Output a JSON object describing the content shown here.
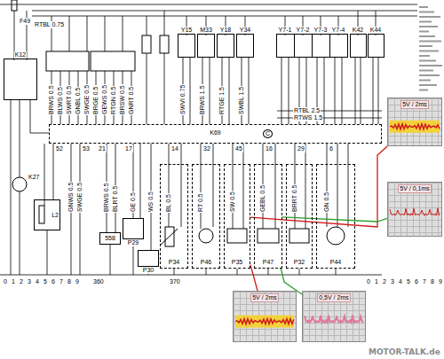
{
  "diagram": {
    "nodes": [
      {
        "text": [
          "K12"
        ]
      },
      {
        "text": [
          "Y15"
        ]
      },
      {
        "text": [
          "M33"
        ]
      },
      {
        "text": [
          "Y18"
        ]
      },
      {
        "text": [
          "Y34"
        ]
      },
      {
        "text": [
          "Y7-1"
        ]
      },
      {
        "text": [
          "Y7-2"
        ]
      },
      {
        "text": [
          "Y7-3"
        ]
      },
      {
        "text": [
          "Y7-4"
        ]
      },
      {
        "text": [
          "K42"
        ]
      },
      {
        "text": [
          "K44"
        ]
      },
      {
        "text": [
          "K69"
        ]
      },
      {
        "text": [
          "L2"
        ]
      },
      {
        "text": [
          "558"
        ]
      },
      {
        "text": [
          "P29"
        ]
      },
      {
        "text": [
          "P30"
        ]
      },
      {
        "text": [
          "P34"
        ]
      },
      {
        "text": [
          "P46"
        ]
      },
      {
        "text": [
          "P35"
        ]
      },
      {
        "text": [
          "P47"
        ]
      },
      {
        "text": [
          "P32"
        ]
      },
      {
        "text": [
          "P44"
        ]
      },
      {
        "text": [
          "5V / 2ms"
        ]
      },
      {
        "text": [
          "5V / 0,1ms"
        ]
      },
      {
        "text": [
          "5V / 2ms"
        ]
      },
      {
        "text": [
          "0,5V / 2ms"
        ]
      }
    ],
    "edges": [
      {
        "from": 22,
        "to": 18,
        "arrow": "none"
      },
      {
        "from": 23,
        "to": 19,
        "arrow": "none"
      },
      {
        "from": 24,
        "to": 18,
        "arrow": "none"
      },
      {
        "from": 25,
        "to": 19,
        "arrow": "none"
      }
    ],
    "labels": [
      "F49",
      "RTBL 0.75",
      "K27",
      "RTBL 2.5",
      "RTWS 1.5",
      "C",
      "BRWS 0.5",
      "BLWS 0.5",
      "SWRT 0.5",
      "GNBL 0.5",
      "SWGE 0.5",
      "BRGE 0.5",
      "GEWS 0.5",
      "RTGN 0.5",
      "BRSW 0.5",
      "GNRT 0.5",
      "SWVI 0.75",
      "BRWS 1.5",
      "RTGE 1.5",
      "SWBL 1.5",
      "GNWS 0.5",
      "SWGE 0.5",
      "BRWS 0.5",
      "BLRT 0.5",
      "GE 0.5",
      "WS 0.5",
      "BL 0.5",
      "RT 0.5",
      "SW 0.5",
      "GEBL 0.5",
      "BRRT 0.5",
      "GN 0.5",
      "52",
      "53",
      "21",
      "17",
      "14",
      "32",
      "45",
      "16",
      "29",
      "6",
      "0",
      "1",
      "2",
      "3",
      "4",
      "5",
      "6",
      "7",
      "8",
      "9",
      "360",
      "370",
      "0",
      "1",
      "2",
      "3",
      "4",
      "5",
      "6",
      "7",
      "8",
      "9",
      "MOTOR-TALK.de"
    ]
  }
}
